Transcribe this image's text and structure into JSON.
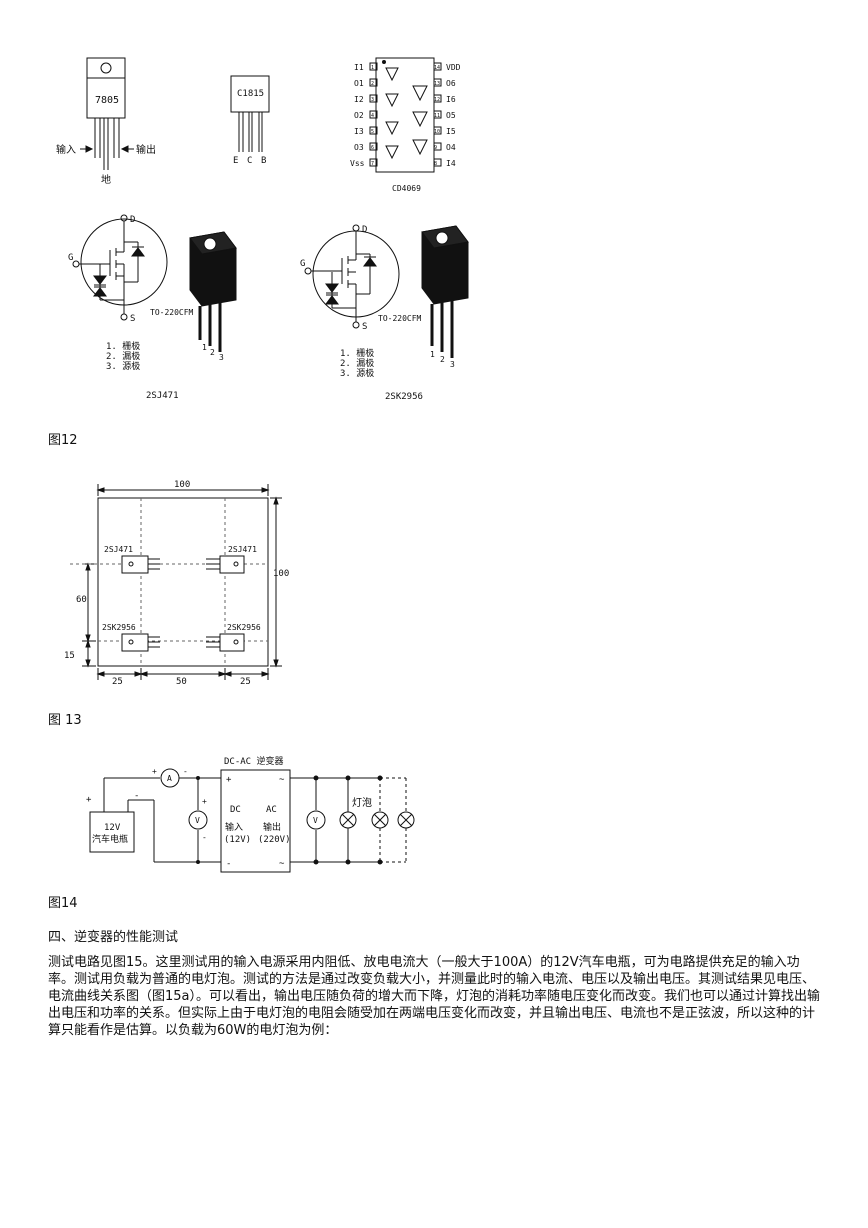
{
  "fig12": {
    "ic7805": {
      "label": "7805",
      "in": "输入",
      "out": "输出",
      "gnd": "地"
    },
    "c1815": {
      "label": "C1815",
      "pins": [
        "E",
        "C",
        "B"
      ]
    },
    "cd4069": {
      "label": "CD4069",
      "left": [
        "I1",
        "O1",
        "I2",
        "O2",
        "I3",
        "O3",
        "Vss"
      ],
      "right": [
        "VDD",
        "O6",
        "I6",
        "O5",
        "I5",
        "O4",
        "I4"
      ],
      "leftnum": [
        "1",
        "2",
        "3",
        "4",
        "5",
        "6",
        "7"
      ],
      "rightnum": [
        "14",
        "13",
        "12",
        "11",
        "10",
        "9",
        "8"
      ]
    },
    "mos1": {
      "d": "D",
      "g": "G",
      "s": "S",
      "pkg": "TO-220CFM",
      "pins": [
        "1",
        "2",
        "3"
      ],
      "legend": [
        "1. 栅极",
        "2. 漏极",
        "3. 源极"
      ],
      "name": "2SJ471"
    },
    "mos2": {
      "d": "D",
      "g": "G",
      "s": "S",
      "pkg": "TO-220CFM",
      "pins": [
        "1",
        "2",
        "3"
      ],
      "legend": [
        "1. 栅极",
        "2. 漏极",
        "3. 源极"
      ],
      "name": "2SK2956"
    },
    "caption": "图12"
  },
  "fig13": {
    "top": "100",
    "right": "100",
    "left_big": "60",
    "left_small": "15",
    "bottom": [
      "25",
      "50",
      "25"
    ],
    "parts": [
      "2SJ471",
      "2SJ471",
      "2SK2956",
      "2SK2956"
    ],
    "caption": "图 13"
  },
  "fig14": {
    "title": "DC-AC 逆变器",
    "plus": "+",
    "minus": "-",
    "plus2": "+",
    "tilde": "~",
    "dc": "DC",
    "ac": "AC",
    "in": "输入",
    "in_v": "(12V)",
    "out": "输出",
    "out_v": "(220V)",
    "battery": [
      "12V",
      "汽车电瓶"
    ],
    "bulb": "灯泡",
    "ammeter": "A",
    "voltmeter": "V",
    "caption": "图14"
  },
  "section_heading": "四、逆变器的性能测试",
  "paragraph": "测试电路见图15。这里测试用的输入电源采用内阻低、放电电流大（一般大于100A）的12V汽车电瓶，可为电路提供充足的输入功率。测试用负载为普通的电灯泡。测试的方法是通过改变负载大小，并测量此时的输入电流、电压以及输出电压。其测试结果见电压、电流曲线关系图（图15a）。可以看出，输出电压随负荷的增大而下降，灯泡的消耗功率随电压变化而改变。我们也可以通过计算找出输出电压和功率的关系。但实际上由于电灯泡的电阻会随受加在两端电压变化而改变，并且输出电压、电流也不是正弦波，所以这种的计算只能看作是估算。以负载为60W的电灯泡为例："
}
